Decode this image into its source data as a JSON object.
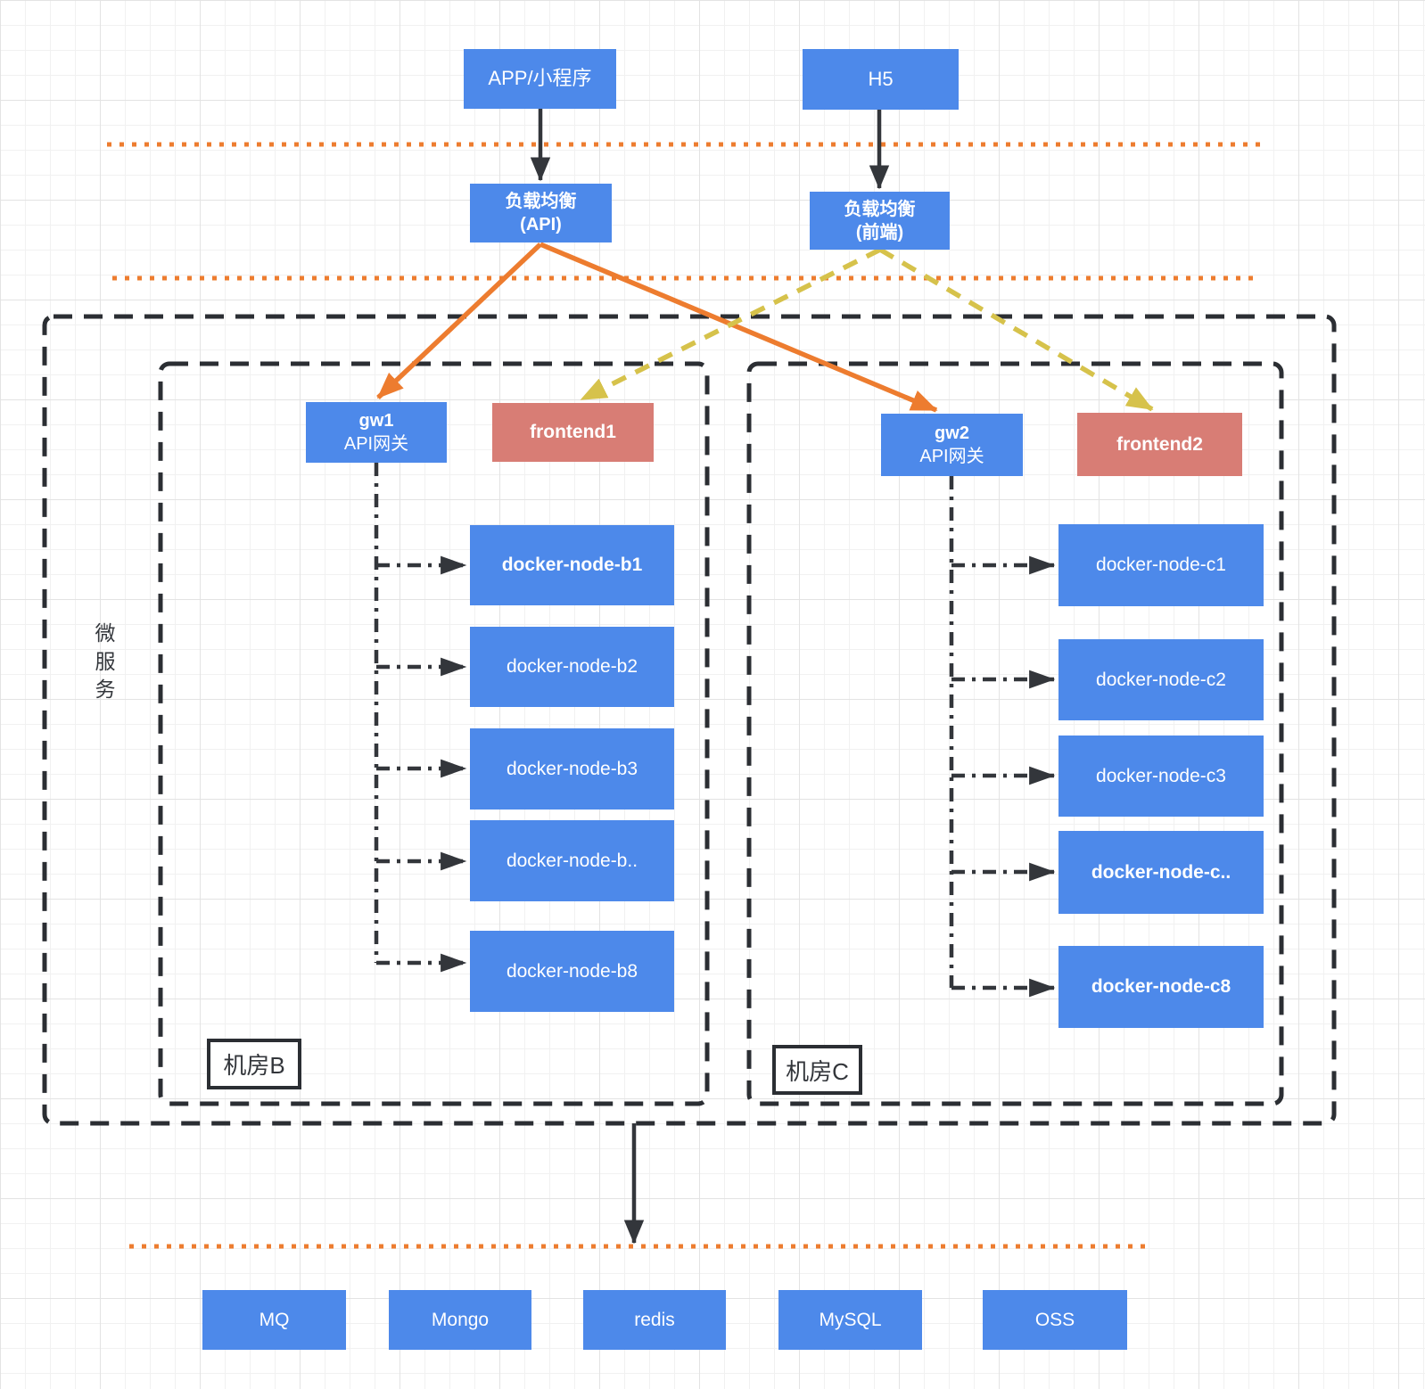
{
  "diagram_title": "microservice-multi-datacenter-architecture",
  "clients": {
    "app": "APP/小程序",
    "h5": "H5"
  },
  "load_balancers": {
    "api": {
      "line1": "负载均衡",
      "line2": "(API)"
    },
    "frontend": {
      "line1": "负载均衡",
      "line2": "(前端)"
    }
  },
  "microservices": {
    "label": "微\n服\n务",
    "rooms": [
      {
        "name": "机房B",
        "gateway": {
          "line1": "gw1",
          "line2": "API网关"
        },
        "frontend": "frontend1",
        "nodes": [
          "docker-node-b1",
          "docker-node-b2",
          "docker-node-b3",
          "docker-node-b..",
          "docker-node-b8"
        ]
      },
      {
        "name": "机房C",
        "gateway": {
          "line1": "gw2",
          "line2": "API网关"
        },
        "frontend": "frontend2",
        "nodes": [
          "docker-node-c1",
          "docker-node-c2",
          "docker-node-c3",
          "docker-node-c..",
          "docker-node-c8"
        ]
      }
    ]
  },
  "backends": [
    "MQ",
    "Mongo",
    "redis",
    "MySQL",
    "OSS"
  ],
  "colors": {
    "node_blue": "#4d89ea",
    "frontend_red": "#d87d75",
    "arrow_orange": "#ed7c2f",
    "arrow_yellow": "#d6c24b",
    "line_dark": "#2b2e33"
  }
}
